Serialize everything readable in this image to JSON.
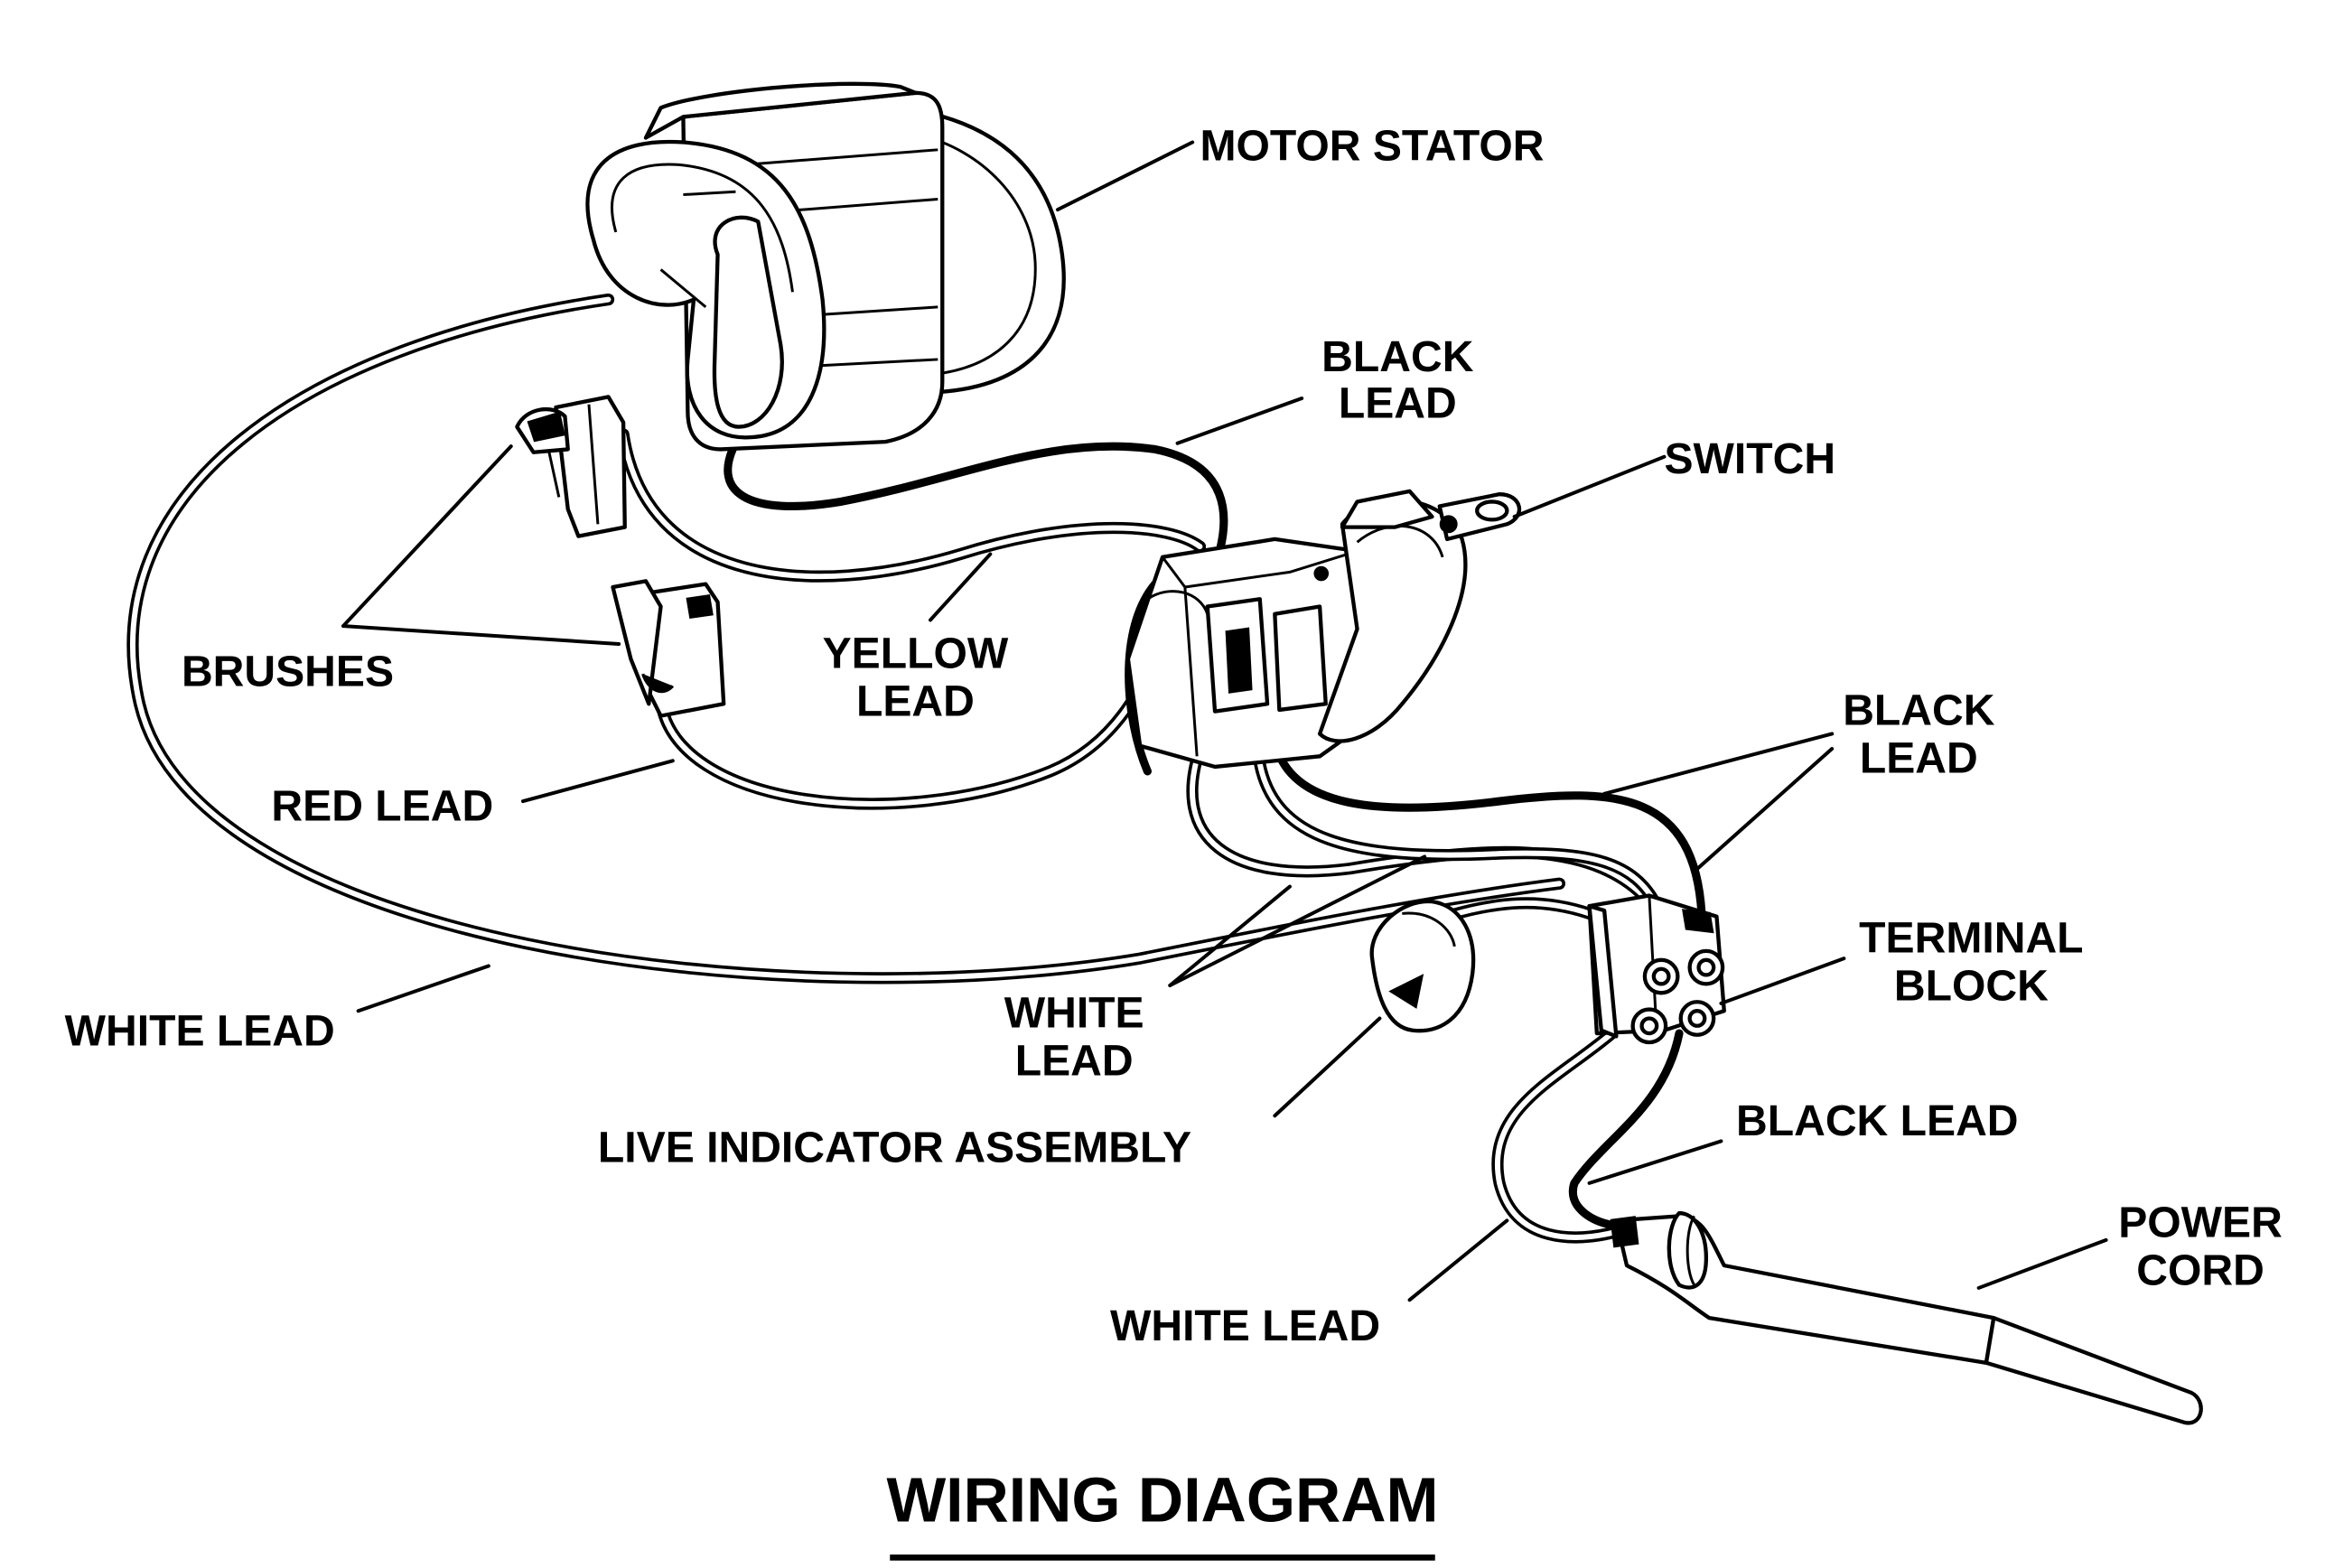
{
  "labels": {
    "motor_stator": "MOTOR STATOR",
    "black_lead_top": [
      "BLACK",
      "LEAD"
    ],
    "switch": "SWITCH",
    "brushes": "BRUSHES",
    "yellow_lead": [
      "YELLOW",
      "LEAD"
    ],
    "black_lead_right": [
      "BLACK",
      "LEAD"
    ],
    "red_lead": "RED LEAD",
    "terminal_block": [
      "TERMINAL",
      "BLOCK"
    ],
    "white_lead_left": "WHITE LEAD",
    "white_lead_mid": [
      "WHITE",
      "LEAD"
    ],
    "live_indicator": "LIVE INDICATOR ASSEMBLY",
    "black_lead_cord": "BLACK LEAD",
    "power_cord": [
      "POWER",
      "CORD"
    ],
    "white_lead_cord": "WHITE LEAD"
  },
  "title": "WIRING DIAGRAM"
}
